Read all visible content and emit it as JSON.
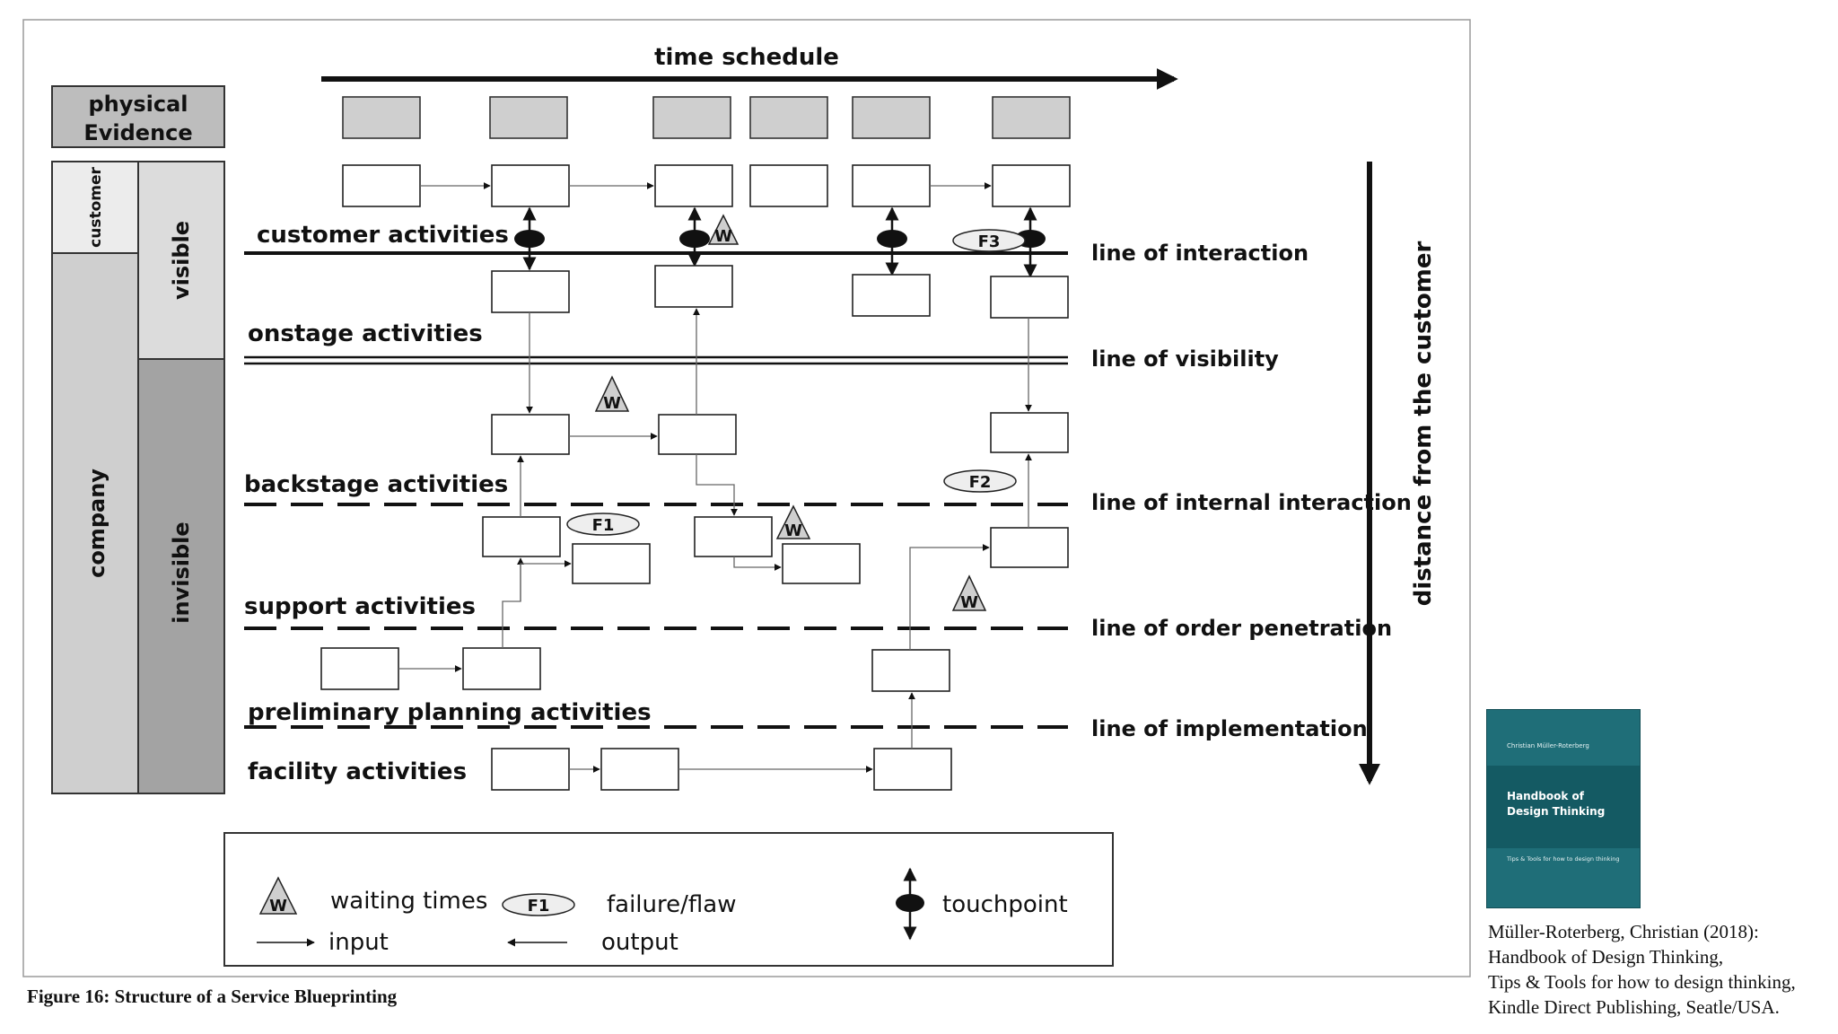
{
  "diagram": {
    "time_schedule": "time schedule",
    "distance": "distance from the customer",
    "physical_evidence": [
      "physical",
      "Evidence"
    ],
    "side_labels": {
      "customer": "customer",
      "company": "company",
      "visible": "visible",
      "invisible": "invisible"
    },
    "activities": {
      "customer": "customer activities",
      "onstage": "onstage activities",
      "backstage": "backstage activities",
      "support": "support activities",
      "preliminary": "preliminary planning activities",
      "facility": "facility activities"
    },
    "lines": {
      "interaction": "line of interaction",
      "visibility": "line of visibility",
      "internal": "line of internal interaction",
      "order": "line of order penetration",
      "implementation": "line of implementation"
    },
    "tags": {
      "w": "W",
      "f1": "F1",
      "f2": "F2",
      "f3": "F3"
    },
    "legend": {
      "waiting": "waiting times",
      "failure": "failure/flaw",
      "touchpoint": "touchpoint",
      "input": "input",
      "output": "output",
      "w": "W",
      "f1": "F1"
    }
  },
  "caption": "Figure 16: Structure of a Service Blueprinting",
  "book": {
    "author": "Christian Müller-Roterberg",
    "title": [
      "Handbook of",
      "Design Thinking"
    ],
    "subtitle": "Tips & Tools for how to design thinking"
  },
  "reference": [
    "Müller-Roterberg, Christian (2018):",
    "Handbook of Design Thinking,",
    "Tips & Tools for how to design thinking,",
    "Kindle Direct Publishing, Seatle/USA."
  ]
}
